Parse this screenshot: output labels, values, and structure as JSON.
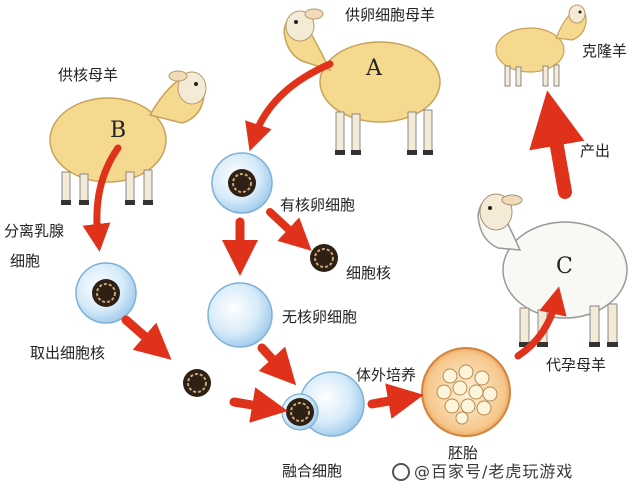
{
  "labels": {
    "donor_egg_ewe": "供卵细胞母羊",
    "donor_nucleus_ewe": "供核母羊",
    "clone_sheep": "克隆羊",
    "birth": "产出",
    "isolate_mammary": "分离乳腺",
    "isolate_mammary_2": "细胞",
    "nucleated_egg": "有核卵细胞",
    "cell_nucleus": "细胞核",
    "enucleated_egg": "无核卵细胞",
    "extract_nucleus": "取出细胞核",
    "in_vitro_culture": "体外培养",
    "surrogate_ewe": "代孕母羊",
    "embryo": "胚胎",
    "fused_cell": "融合细胞",
    "sheep_a": "A",
    "sheep_b": "B",
    "sheep_c": "C"
  },
  "watermark": "@百家号/老虎玩游戏",
  "colors": {
    "wool": "#f5d98e",
    "wool_shade": "#e8c46c",
    "white_wool": "#f8f8f4",
    "arrow": "#e0321a",
    "cell": "#cfe6f7",
    "nucleus": "#3b2a1c",
    "embryo_ring": "#e69a55"
  }
}
